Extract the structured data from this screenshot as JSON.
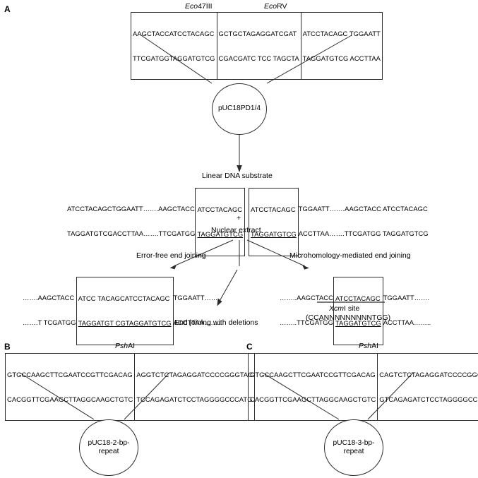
{
  "figure": {
    "panels": [
      "A",
      "B",
      "C"
    ]
  },
  "panelA": {
    "letter": "A",
    "enzyme_left": {
      "italic": "Eco",
      "roman": "47III"
    },
    "enzyme_right": {
      "italic": "Eco",
      "roman": "RV"
    },
    "top_construct": {
      "segments": [
        {
          "top": "AAGCTACCATCCTACAGC",
          "bottom": "TTCGATGGTAGGATGTCG"
        },
        {
          "top": "GCTGCTAGAGGATCGAT",
          "bottom": "CGACGATC TCC TAGCTA"
        },
        {
          "top": "ATCCTACAGC TGGAATT",
          "bottom": "TAGGATGTCG ACCTTAA"
        }
      ]
    },
    "plasmid_label": "pUC18PD1/4",
    "linear_label": "Linear DNA substrate",
    "linear_left": {
      "top_prefix": "ATCCTACAGCTGGAATT…….AAGCTACC",
      "bottom_prefix": "TAGGATGTCGACCTTAA…….TTCGATGG",
      "top_box": "ATCCTACAGC",
      "bottom_box": "TAGGATGTCG"
    },
    "linear_right": {
      "top_box": "ATCCTACAGC",
      "bottom_box": "TAGGATGTCG",
      "top_suffix": "TGGAATT…….AAGCTACC ATCCTACAGC",
      "bottom_suffix": "ACCTTAA…….TTCGATGG TAGGATGTCG"
    },
    "plus_sign": "+",
    "nuclear_extract": "Nuclear extract",
    "pathway_left": "Error-free end joining",
    "pathway_right": "Microhomology-mediated end joining",
    "pathway_middle": "End joining with deletions",
    "product_left": {
      "top_prefix": "…….AAGCTACC",
      "bottom_prefix": "…….T TCGATGG",
      "top_box": "ATCC TACAGCATCCTACAGC",
      "bottom_box": "TAGGATGT CGTAGGATGTCG",
      "top_suffix": "TGGAATT…….",
      "bottom_suffix": "ACCTTAA…….."
    },
    "product_right": {
      "top_prefix": "……..AAGCTACC",
      "bottom_prefix": "……..TTCGATGG",
      "top_box": "ATCCTACAGC",
      "bottom_box": "TAGGATGTCG",
      "top_suffix": "TGGAATT…….",
      "bottom_suffix": "ACCTTAA…….."
    },
    "xcmi_site_label": {
      "italic": "Xcm",
      "roman": "I site"
    },
    "xcmi_sequence": "(CCANNNNNNNNNTGG)"
  },
  "panelB": {
    "letter": "B",
    "enzyme": {
      "italic": "Psh",
      "roman": "AI"
    },
    "construct": {
      "segments": [
        {
          "top": "GTGCCAAGCTTCGAATCCGTTCGACAG",
          "bottom": "CACGGTTCGAAGCTTAGGCAAGCTGTC"
        },
        {
          "top": "AGGTCTCTAGAGGATCCCCGGGTAC",
          "bottom": "TCCAGAGATCTCCTAGGGGCCCATG"
        }
      ]
    },
    "plasmid_label_line1": "pUC18-2-bp-",
    "plasmid_label_line2": "repeat"
  },
  "panelC": {
    "letter": "C",
    "enzyme": {
      "italic": "Psh",
      "roman": "AI"
    },
    "construct": {
      "segments": [
        {
          "top": "GTGCCAAGCTTCGAATCCGTTCGACAG",
          "bottom": "CACGGTTCGAAGCTTAGGCAAGCTGTC"
        },
        {
          "top": "CAGTCTCTAGAGGATCCCCGGGTAC",
          "bottom": "GTCAGAGATCTCCTAGGGGCCCATG"
        }
      ]
    },
    "plasmid_label_line1": "pUC18-3-bp-",
    "plasmid_label_line2": "repeat"
  },
  "colors": {
    "line": "#2b2b2b",
    "text": "#000000",
    "background": "#ffffff"
  }
}
